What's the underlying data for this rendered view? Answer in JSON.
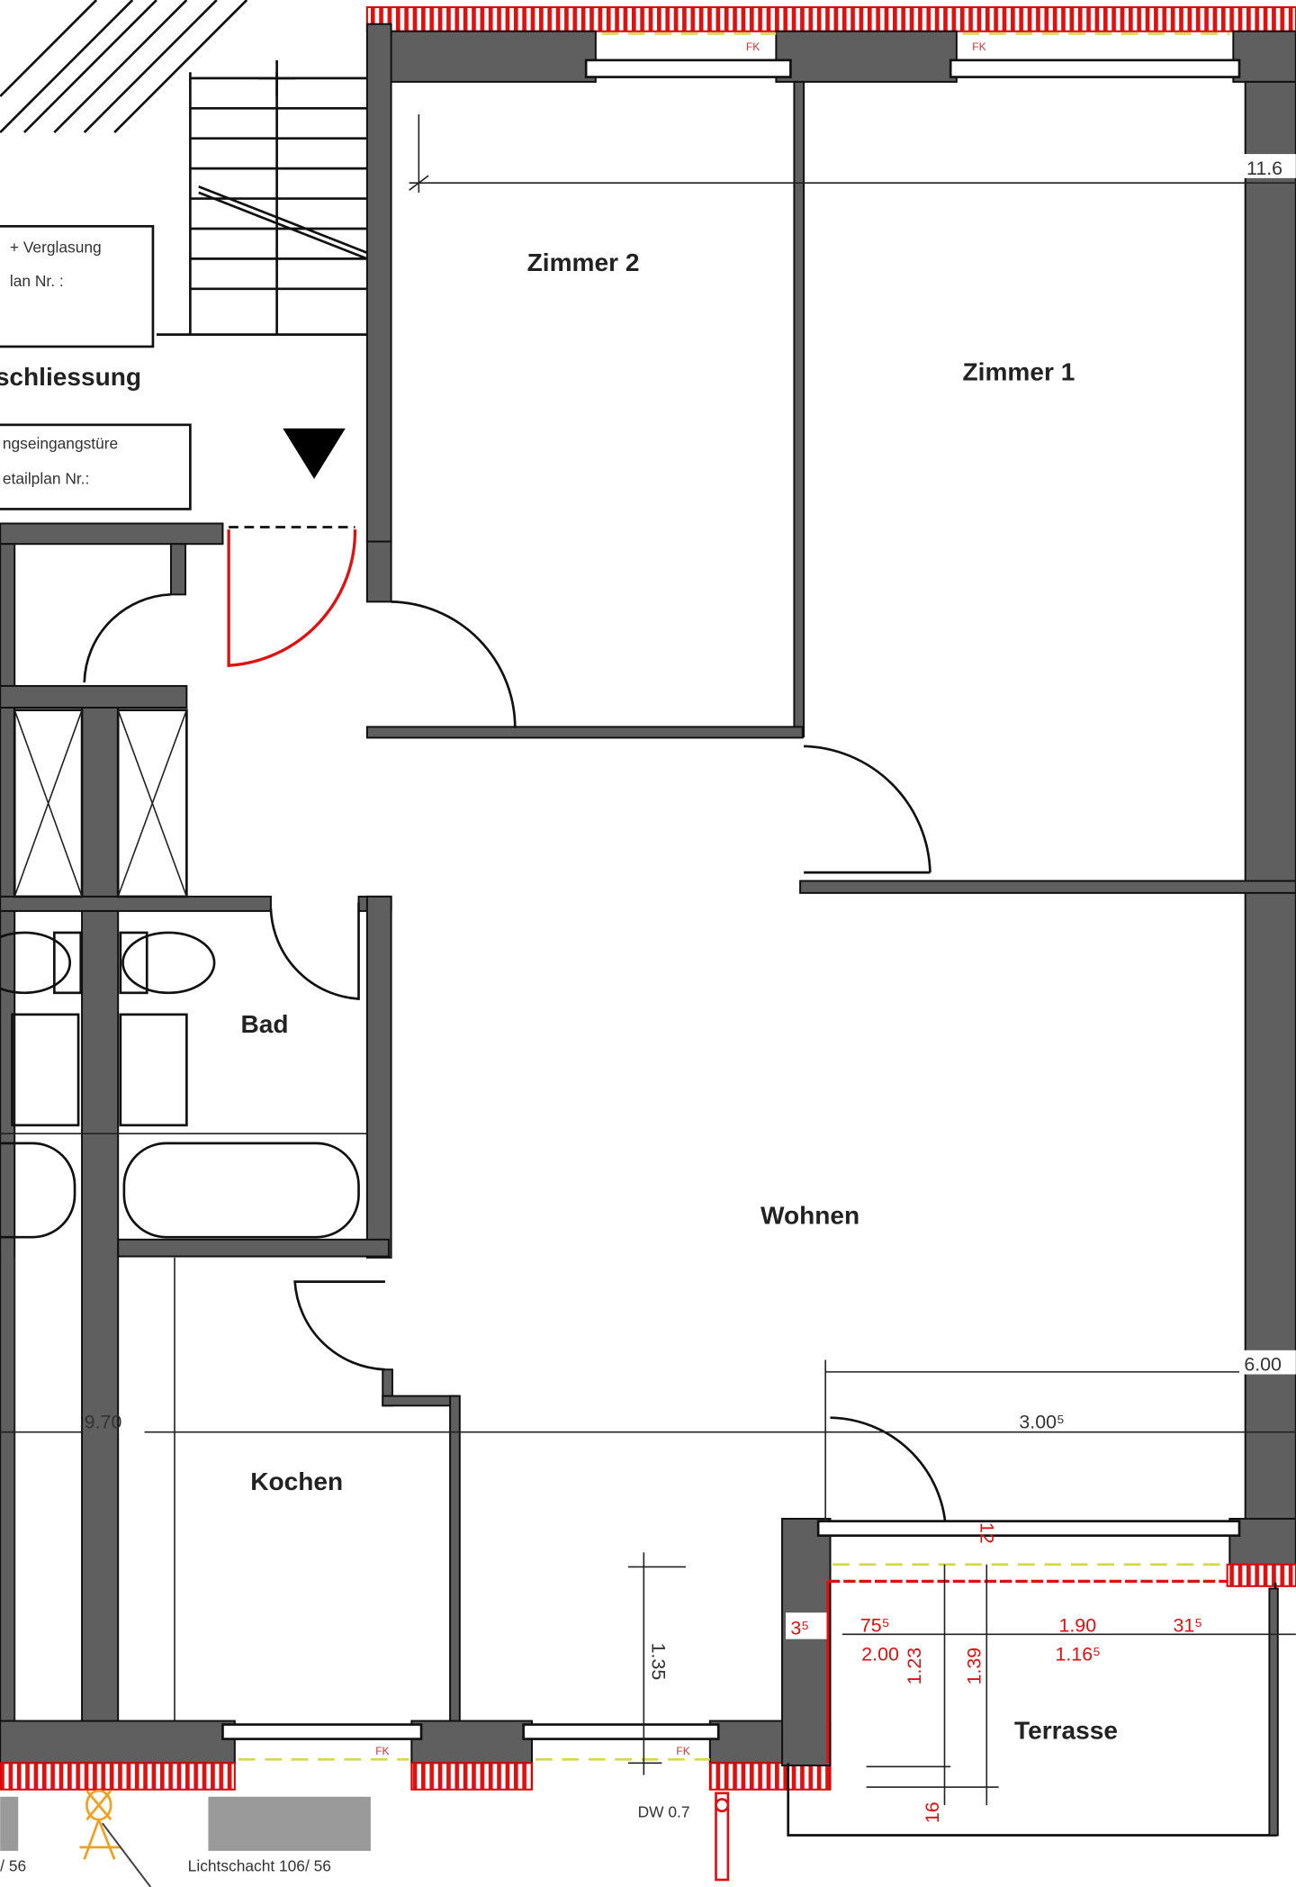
{
  "rooms": {
    "zimmer2": "Zimmer 2",
    "zimmer1": "Zimmer 1",
    "wohnen": "Wohnen",
    "bad": "Bad",
    "kochen": "Kochen",
    "terrasse": "Terrasse"
  },
  "notes": {
    "glazing_line1": "+ Verglasung",
    "glazing_line2": "lan Nr. :",
    "heading": "schliessung",
    "door_line1": "ngseingangstüre",
    "door_line2": "etailplan Nr.:",
    "lightwell_left": "/ 56",
    "lightwell": "Lichtschacht 106/ 56",
    "downpipe": "DW 0.7",
    "window_fk": "FK"
  },
  "dimensions": {
    "top_right": "11.6",
    "right_mid": "6.00",
    "terrace_width": "3.00⁵",
    "left_width": "9.70",
    "parapet_height": "1.35",
    "sill_12": "12",
    "terrace_3": "3⁵",
    "terrace_75": "75⁵",
    "terrace_200": "2.00",
    "terrace_190": "1.90",
    "terrace_116": "1.16⁵",
    "terrace_31": "31⁵",
    "terrace_123": "1.23",
    "terrace_139": "1.39",
    "terrace_16": "16"
  },
  "colors": {
    "wall": "#5f5f5f",
    "renovation_red": "#e01010",
    "glass_line": "#d6d84a",
    "marker_orange": "#f0a020"
  }
}
